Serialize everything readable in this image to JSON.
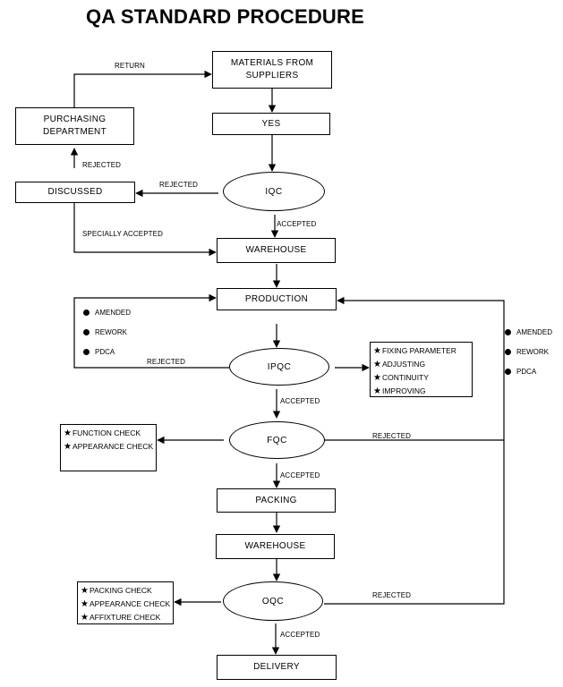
{
  "title": "QA STANDARD PROCEDURE",
  "nodes": {
    "materials": "MATERIALS FROM SUPPLIERS",
    "yes": "YES",
    "purchasing": "PURCHASING DEPARTMENT",
    "discussed": "DISCUSSED",
    "iqc": "IQC",
    "warehouse1": "WAREHOUSE",
    "production": "PRODUCTION",
    "ipqc": "IPQC",
    "fqc": "FQC",
    "packing": "PACKING",
    "warehouse2": "WAREHOUSE",
    "oqc": "OQC",
    "delivery": "DELIVERY"
  },
  "labels": {
    "return": "RETURN",
    "rejected_purchasing": "REJECTED",
    "rejected_iqc": "REJECTED",
    "specially_accepted": "SPECIALLY ACCEPTED",
    "accepted_iqc": "ACCEPTED",
    "rejected_ipqc": "REJECTED",
    "accepted_ipqc": "ACCEPTED",
    "rejected_fqc": "REJECTED",
    "accepted_fqc": "ACCEPTED",
    "rejected_oqc": "REJECTED",
    "accepted_oqc": "ACCEPTED"
  },
  "left_bullets": [
    "AMENDED",
    "REWORK",
    "PDCA"
  ],
  "right_bullets": [
    "AMENDED",
    "REWORK",
    "PDCA"
  ],
  "ipqc_actions": [
    "FIXING PARAMETER",
    "ADJUSTING",
    "CONTINUITY",
    "IMPROVING"
  ],
  "fqc_checks": [
    "FUNCTION CHECK",
    "APPEARANCE CHECK"
  ],
  "oqc_checks": [
    "PACKING CHECK",
    "APPEARANCE CHECK",
    "AFFIXTURE CHECK"
  ],
  "star_glyph": "★"
}
